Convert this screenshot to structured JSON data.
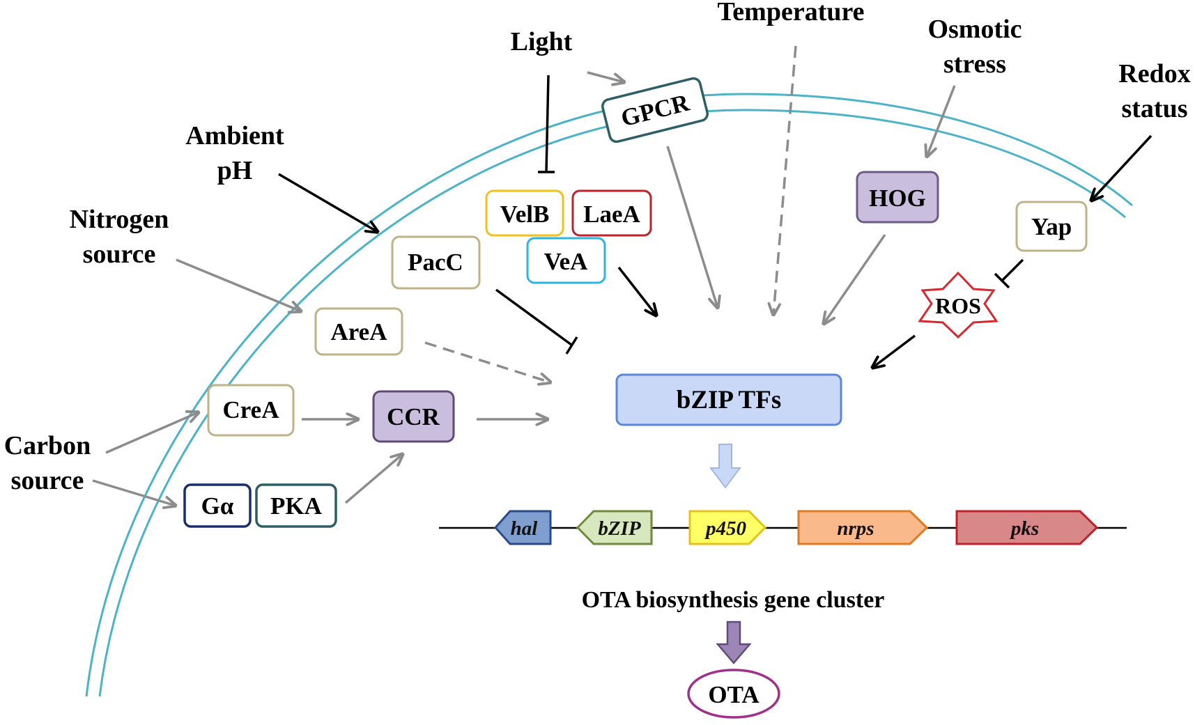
{
  "signals": {
    "light": "Light",
    "temperature": "Temperature",
    "osmotic_1": "Osmotic",
    "osmotic_2": "stress",
    "redox_1": "Redox",
    "redox_2": "status",
    "ph_1": "Ambient",
    "ph_2": "pH",
    "nitrogen_1": "Nitrogen",
    "nitrogen_2": "source",
    "carbon_1": "Carbon",
    "carbon_2": "source"
  },
  "nodes": {
    "gpcr": "GPCR",
    "velb": "VelB",
    "laea": "LaeA",
    "vea": "VeA",
    "hog": "HOG",
    "yap": "Yap",
    "ros": "ROS",
    "pacc": "PacC",
    "area": "AreA",
    "crea": "CreA",
    "ccr": "CCR",
    "galpha": "Gα",
    "pka": "PKA",
    "bzip_tfs": "bZIP TFs",
    "ota": "OTA"
  },
  "genes": [
    "hal",
    "bZIP",
    "p450",
    "nrps",
    "pks"
  ],
  "cluster_label": "OTA biosynthesis gene cluster",
  "colors": {
    "membrane": "#4bb3c8",
    "gray_arrow": "#8c8c8c",
    "velb": "#f2c21b",
    "laea": "#c0202a",
    "vea": "#2eb4e0",
    "neutral_box": "#bfb286",
    "gpcr": "#2c5e66",
    "hog_fill": "#c9bedd",
    "hog_stroke": "#6e5a87",
    "ccr_fill": "#c9bedd",
    "ccr_stroke": "#5f4a78",
    "galpha": "#1b2e6b",
    "pka": "#2c5e66",
    "ros": "#d42a30",
    "bzip_fill": "#c8d8f6",
    "bzip_stroke": "#5b86dc",
    "ota": "#a0308a",
    "hal": "#7e9fd0",
    "bzip_gene": "#d8e8be",
    "p450": "#ffff66",
    "nrps": "#f9b98a",
    "pks": "#d9888a"
  }
}
